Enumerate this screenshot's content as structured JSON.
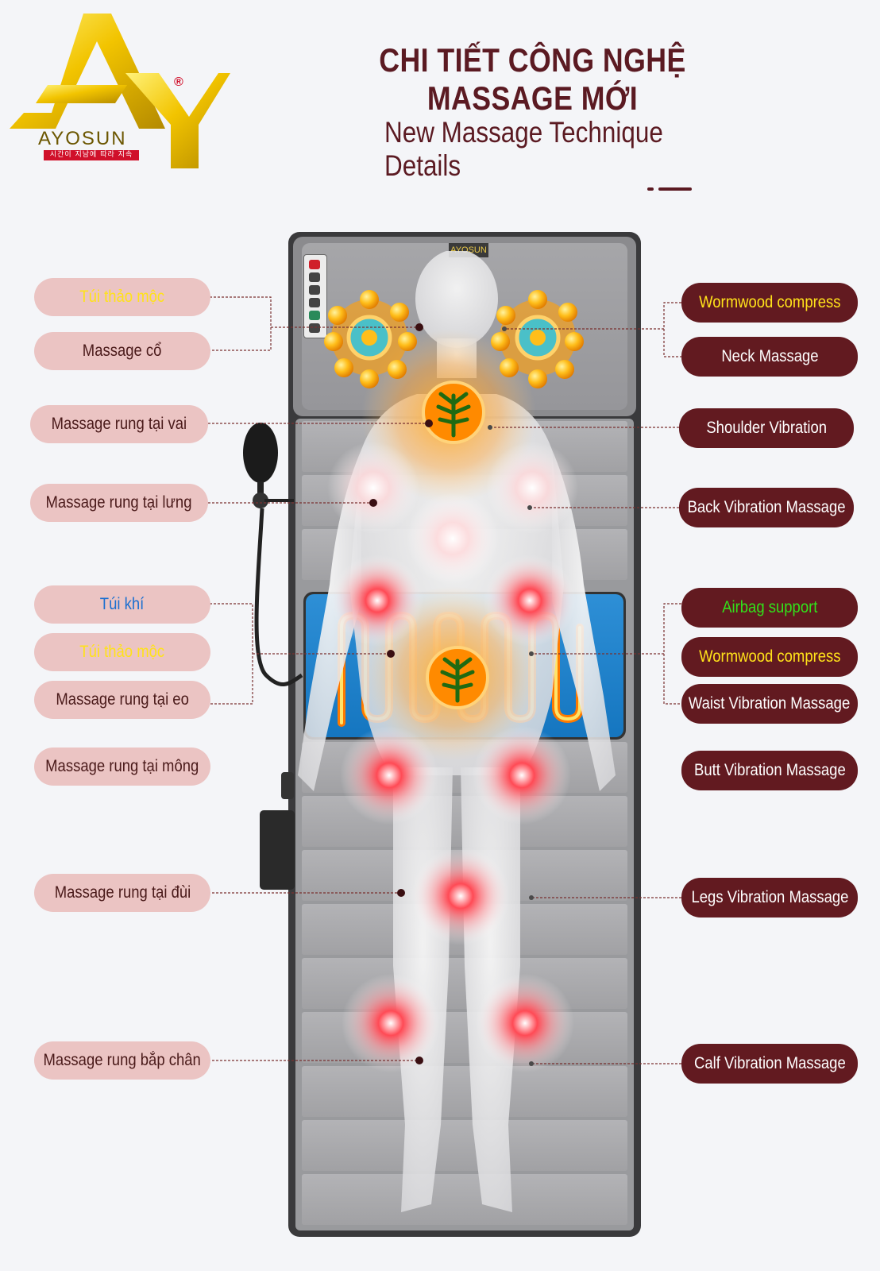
{
  "header": {
    "title": "CHI TIẾT CÔNG NGHỆ MASSAGE MỚI",
    "subtitle": "New Massage Technique Details"
  },
  "logo": {
    "brand": "AYOSUN",
    "registered": "®",
    "tagline": "시간이 지남에 따라 지속"
  },
  "mat": {
    "brand_tag": "AYOSUN"
  },
  "colors": {
    "title": "#5b1a22",
    "pill_left_bg": "#ebc4c3",
    "pill_right_bg": "#621a20",
    "yellow_text": "#ffe21a",
    "blue_text": "#1b6fd0",
    "green_text": "#31e21a"
  },
  "left_labels": [
    {
      "text": "Túi thảo mộc",
      "color": "#ffe21a"
    },
    {
      "text": "Massage cổ",
      "color": "#4a1a1a"
    },
    {
      "text": "Massage rung tại vai",
      "color": "#4a1a1a"
    },
    {
      "text": "Massage rung tại lưng",
      "color": "#4a1a1a"
    },
    {
      "text": "Túi khí",
      "color": "#1b6fd0"
    },
    {
      "text": "Túi thảo mộc",
      "color": "#ffe21a"
    },
    {
      "text": "Massage rung tại eo",
      "color": "#4a1a1a"
    },
    {
      "text": "Massage rung tại mông",
      "color": "#4a1a1a"
    },
    {
      "text": "Massage rung tại đùi",
      "color": "#4a1a1a"
    },
    {
      "text": "Massage rung bắp chân",
      "color": "#4a1a1a"
    }
  ],
  "right_labels": [
    {
      "text": "Wormwood compress",
      "color": "#ffe21a"
    },
    {
      "text": "Neck Massage",
      "color": "#ffffff"
    },
    {
      "text": "Shoulder Vibration",
      "color": "#ffffff"
    },
    {
      "text": "Back Vibration Massage",
      "color": "#ffffff"
    },
    {
      "text": "Airbag support",
      "color": "#31e21a"
    },
    {
      "text": "Wormwood compress",
      "color": "#ffe21a"
    },
    {
      "text": "Waist Vibration Massage",
      "color": "#ffffff"
    },
    {
      "text": "Butt Vibration Massage",
      "color": "#ffffff"
    },
    {
      "text": "Legs Vibration Massage",
      "color": "#ffffff"
    },
    {
      "text": "Calf Vibration Massage",
      "color": "#ffffff"
    }
  ]
}
